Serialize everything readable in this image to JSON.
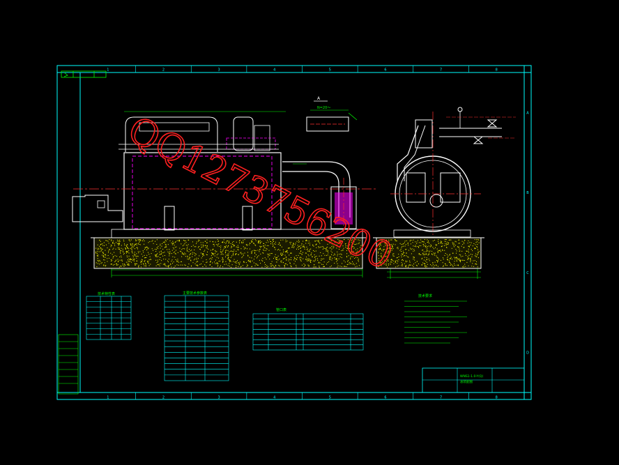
{
  "colors": {
    "background": "#000000",
    "frame": "#00ffff",
    "outline": "#ffffff",
    "dimension": "#00ff00",
    "hidden_line": "#ff00ff",
    "centerline": "#ff3030",
    "foundation": "#ffff00",
    "watermark": "#ff2020"
  },
  "watermark": {
    "text": "QQ1273756200"
  },
  "frame": {
    "col_labels": [
      "1",
      "2",
      "3",
      "4",
      "5",
      "6",
      "7",
      "8"
    ],
    "row_labels": [
      "A",
      "B",
      "C",
      "D"
    ]
  },
  "drawing": {
    "section_mark": "A",
    "detail_label": "N=20～",
    "title_text": "WNS1-1.0-Y(Q)",
    "title_subtext": "总装配图"
  },
  "tables": {
    "tech_params": {
      "title": "技术特性表"
    },
    "main_params": {
      "title": "主要技术参数表"
    },
    "nozzles": {
      "title": "管口表"
    },
    "requirements": {
      "title": "技术要求"
    }
  },
  "icons": [
    "north-arrow-icon",
    "section-arrow-icon"
  ]
}
